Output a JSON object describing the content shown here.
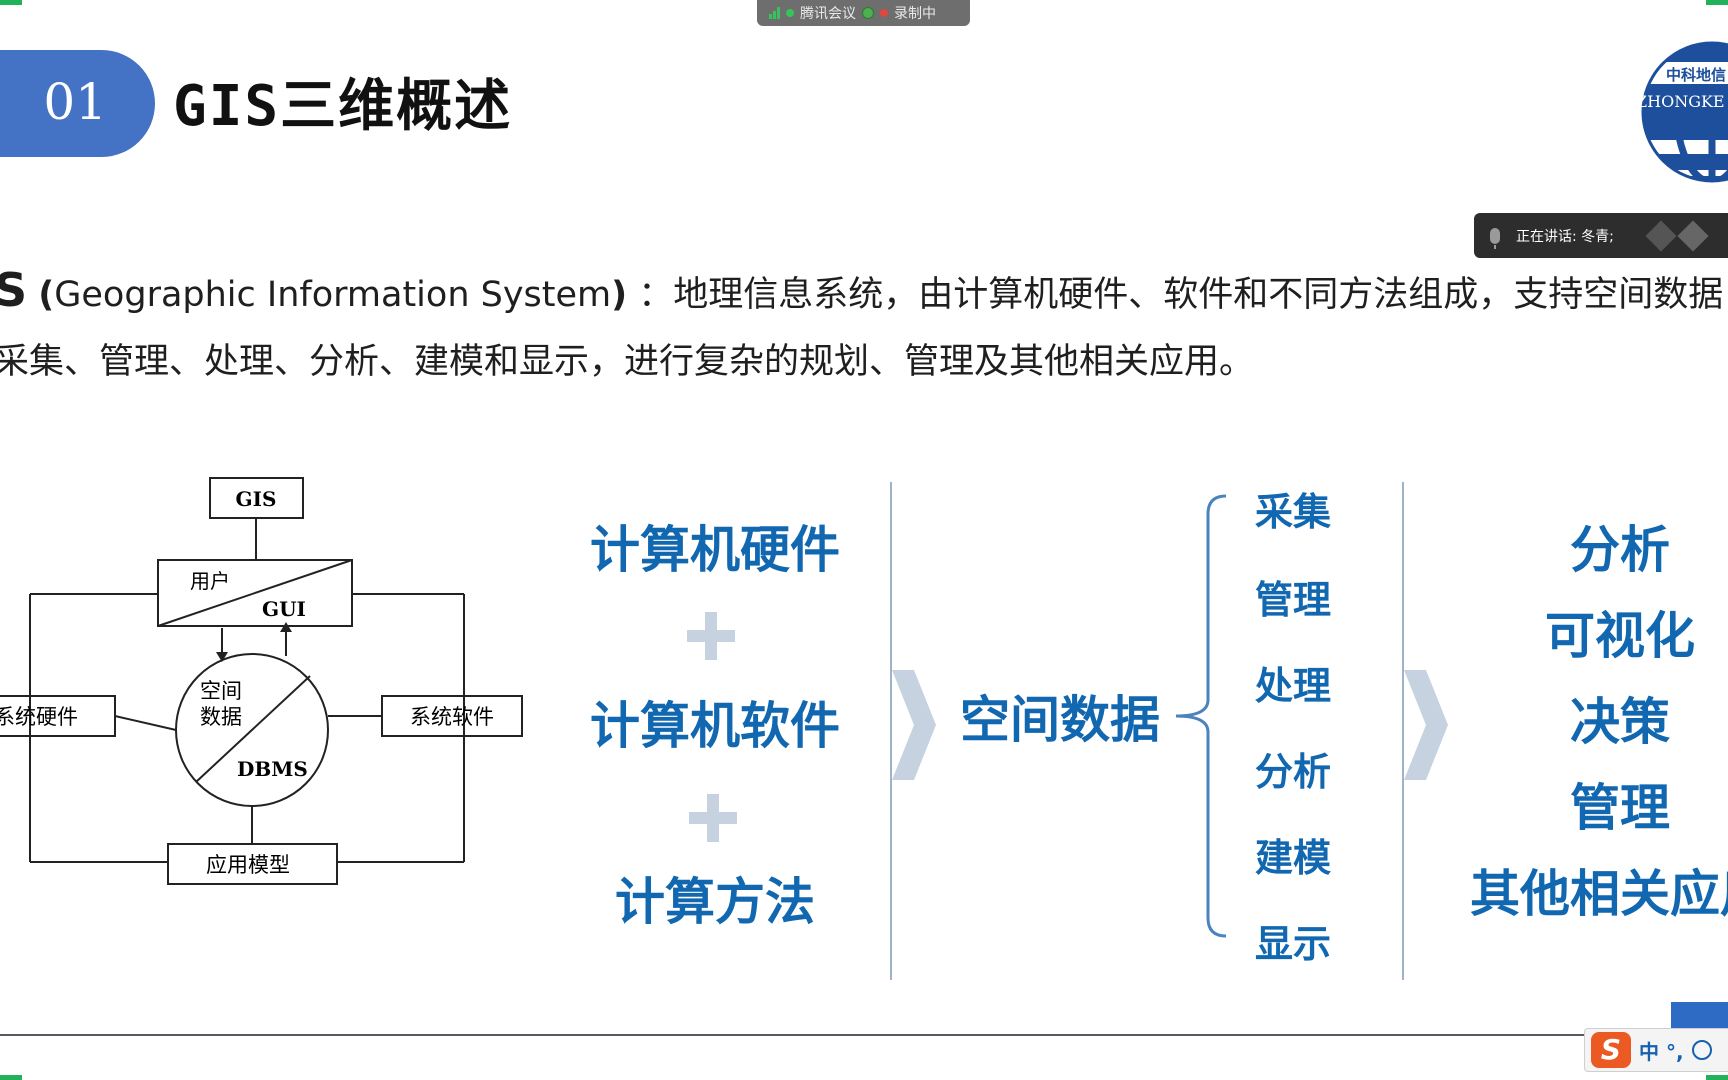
{
  "meeting_bar": {
    "app_name": "腾讯会议",
    "recording_label": "录制中"
  },
  "slide": {
    "section_number": "01",
    "title": "GIS三维概述",
    "logo": {
      "text_cn": "中科地信",
      "text_en": "ZHONGKE"
    },
    "paragraph": {
      "term": "S",
      "paren_open": "(",
      "english": "Geographic Information System",
      "paren_close": ")",
      "line1_rest": "：地理信息系统，由计算机硬件、软件和不同方法组成，支持空间数据",
      "line2": "采集、管理、处理、分析、建模和显示，进行复杂的规划、管理及其他相关应用。"
    },
    "diagram": {
      "gis": "GIS",
      "user": "用户",
      "gui": "GUI",
      "hardware": "系统硬件",
      "software": "系统软件",
      "spatial_1": "空间",
      "spatial_2": "数据",
      "dbms": "DBMS",
      "model": "应用模型"
    },
    "formula": [
      "计算机硬件",
      "计算机软件",
      "计算方法"
    ],
    "spatial_data": "空间数据",
    "operations": [
      "采集",
      "管理",
      "处理",
      "分析",
      "建模",
      "显示"
    ],
    "results": [
      "分析",
      "可视化",
      "决策",
      "管理",
      "其他相关应用"
    ]
  },
  "speaking_indicator": {
    "label": "正在讲话: 冬青;"
  },
  "ime": {
    "logo": "S",
    "text": "中 °,"
  },
  "colors": {
    "accent_blue": "#1268b0",
    "pill_blue": "#4472c4",
    "plus_gray": "#c7d2e0"
  }
}
